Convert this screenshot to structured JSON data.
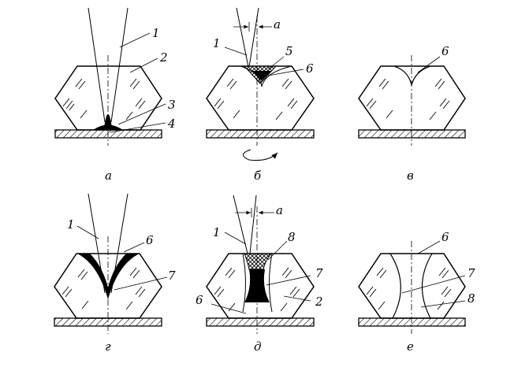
{
  "colors": {
    "ink": "#000000",
    "background": "#ffffff"
  },
  "panels": [
    {
      "id": "a",
      "caption": "а",
      "labels": [
        "1",
        "2",
        "3",
        "4"
      ]
    },
    {
      "id": "b",
      "caption": "б",
      "labels": [
        "1",
        "a",
        "5",
        "6"
      ]
    },
    {
      "id": "v",
      "caption": "в",
      "labels": [
        "6"
      ]
    },
    {
      "id": "g",
      "caption": "г",
      "labels": [
        "1",
        "6",
        "7"
      ]
    },
    {
      "id": "d",
      "caption": "д",
      "labels": [
        "1",
        "a",
        "8",
        "7",
        "6",
        "2"
      ]
    },
    {
      "id": "e",
      "caption": "е",
      "labels": [
        "6",
        "7",
        "8"
      ]
    }
  ]
}
